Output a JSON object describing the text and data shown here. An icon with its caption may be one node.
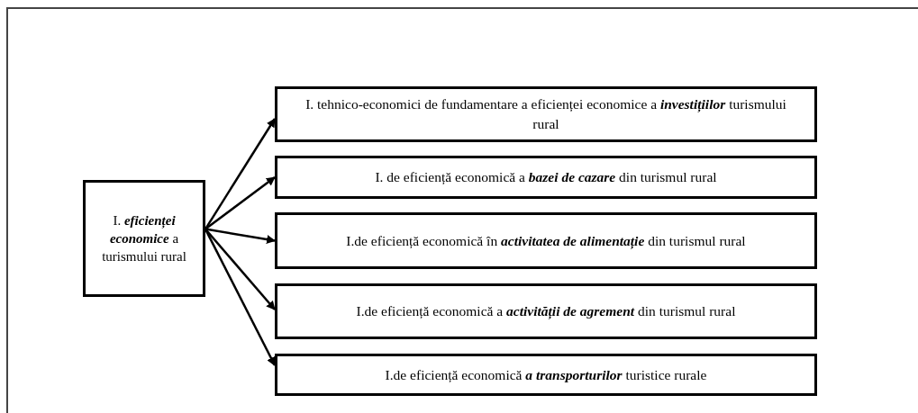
{
  "diagram": {
    "nodes": [
      {
        "text": [
          "I. *eficienței economice* a turismului rural"
        ]
      },
      {
        "text": [
          "I. tehnico-economici de fundamentare a eficienței economice a *investițiilor* turismului rural"
        ]
      },
      {
        "text": [
          "I. de eficiență economică a *bazei de cazare* din turismul rural"
        ]
      },
      {
        "text": [
          "I.de eficiență economică în *activitatea de alimentație* din turismul rural"
        ]
      },
      {
        "text": [
          "I.de eficiență economică a *activității de agrement* din turismul rural"
        ]
      },
      {
        "text": [
          "I.de eficiență economică *a transporturilor* turistice rurale"
        ]
      }
    ],
    "edges": [
      {
        "from": 0,
        "to": 1,
        "arrow": "to"
      },
      {
        "from": 0,
        "to": 2,
        "arrow": "to"
      },
      {
        "from": 0,
        "to": 3,
        "arrow": "to"
      },
      {
        "from": 0,
        "to": 4,
        "arrow": "to"
      },
      {
        "from": 0,
        "to": 5,
        "arrow": "to"
      }
    ]
  }
}
